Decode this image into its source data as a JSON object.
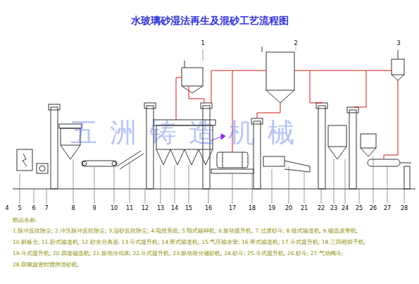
{
  "diagram": {
    "title": "水玻璃砂湿法再生及混砂工艺流程图",
    "labels": [
      "1",
      "2",
      "3",
      "4",
      "5",
      "6",
      "7",
      "8",
      "9",
      "10",
      "11",
      "12",
      "13",
      "14",
      "15",
      "16",
      "17",
      "18",
      "19",
      "20",
      "21",
      "22",
      "23",
      "24",
      "25",
      "26",
      "27",
      "28",
      "部品名称:",
      "1.脉冲反吹除尘; 2.冲洗脉冲反吹除尘; 3.湿砂反吹除尘; 4.电控系统; 5.颚式破碎机; 6.振动提升机; 7.过渡砂斗; 8.链式输送机; 9.磁选皮带机;",
      "10.斜板仓; 11.卧式输送机; 12.砂水分离器; 13.斗式提升机; 14.带式输送机; 15.气压输水管; 16.带式输送机; 17.斗式提升机; 18.三回程烘干机;",
      "19.斗式提升机; 20.四道磁选机; 21.振动冷却床; 22.斗式提升机; 23.振动筛分储砂机; 24.砂斗; 25.斗式提升机; 26.砂斗; 27.气动阀斗;",
      "28.双螺旋密封搅拌混砂机;",
      "五洲铸造机械"
    ]
  }
}
